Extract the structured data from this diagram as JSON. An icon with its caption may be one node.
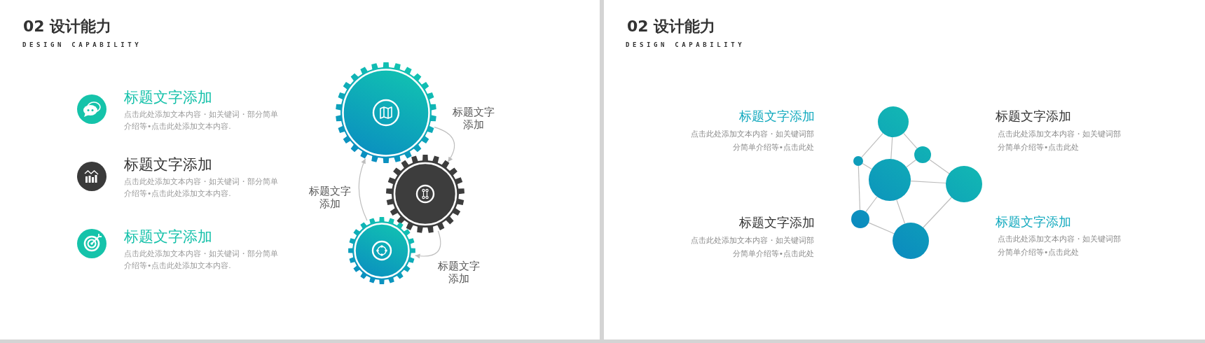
{
  "diagram": {
    "nodes": [
      {
        "text": [],
        "shape": "gear"
      },
      {
        "text": [],
        "shape": "gear"
      },
      {
        "text": [],
        "shape": "gear"
      },
      {
        "text": [],
        "shape": "circle"
      },
      {
        "text": [],
        "shape": "circle"
      },
      {
        "text": [],
        "shape": "circle"
      },
      {
        "text": [],
        "shape": "circle"
      },
      {
        "text": [],
        "shape": "circle"
      },
      {
        "text": [],
        "shape": "circle"
      },
      {
        "text": [],
        "shape": "circle"
      }
    ],
    "edges": [
      {
        "from": 0,
        "to": 1,
        "arrow": "to",
        "label": "标题文字添加"
      },
      {
        "from": 1,
        "to": 2,
        "arrow": "to",
        "label": "标题文字添加"
      },
      {
        "from": 2,
        "to": 0,
        "arrow": "to",
        "label": "标题文字添加"
      },
      {
        "from": 3,
        "to": 5,
        "arrow": "none"
      },
      {
        "from": 3,
        "to": 6,
        "arrow": "none"
      },
      {
        "from": 3,
        "to": 4,
        "arrow": "none"
      },
      {
        "from": 5,
        "to": 6,
        "arrow": "none"
      },
      {
        "from": 4,
        "to": 6,
        "arrow": "none"
      },
      {
        "from": 4,
        "to": 7,
        "arrow": "none"
      },
      {
        "from": 6,
        "to": 7,
        "arrow": "none"
      },
      {
        "from": 5,
        "to": 8,
        "arrow": "none"
      },
      {
        "from": 6,
        "to": 8,
        "arrow": "none"
      },
      {
        "from": 6,
        "to": 9,
        "arrow": "none"
      },
      {
        "from": 7,
        "to": 9,
        "arrow": "none"
      },
      {
        "from": 8,
        "to": 9,
        "arrow": "none"
      }
    ],
    "labels": [
      "02 设计能力",
      "DESIGN CAPABILITY",
      "标题文字添加",
      "点击此处添加文本内容・如关键词・部分简单介绍等•点击此处添加文本内容.",
      "标题文字添加",
      "点击此处添加文本内容・如关键词・部分简单介绍等•点击此处添加文本内容.",
      "标题文字添加",
      "点击此处添加文本内容・如关键词・部分简单介绍等•点击此处添加文本内容.",
      "02 设计能力",
      "DESIGN CAPABILITY",
      "标题文字添加",
      "点击此处添加文本内容・如关键词部分简单介绍等•点击此处",
      "标题文字添加",
      "点击此处添加文本内容・如关键词部分简单介绍等•点击此处",
      "标题文字添加",
      "点击此处添加文本内容・如关键词部分简单介绍等•点击此处",
      "标题文字添加",
      "点击此处添加文本内容・如关键词部分简单介绍等•点击此处"
    ]
  }
}
